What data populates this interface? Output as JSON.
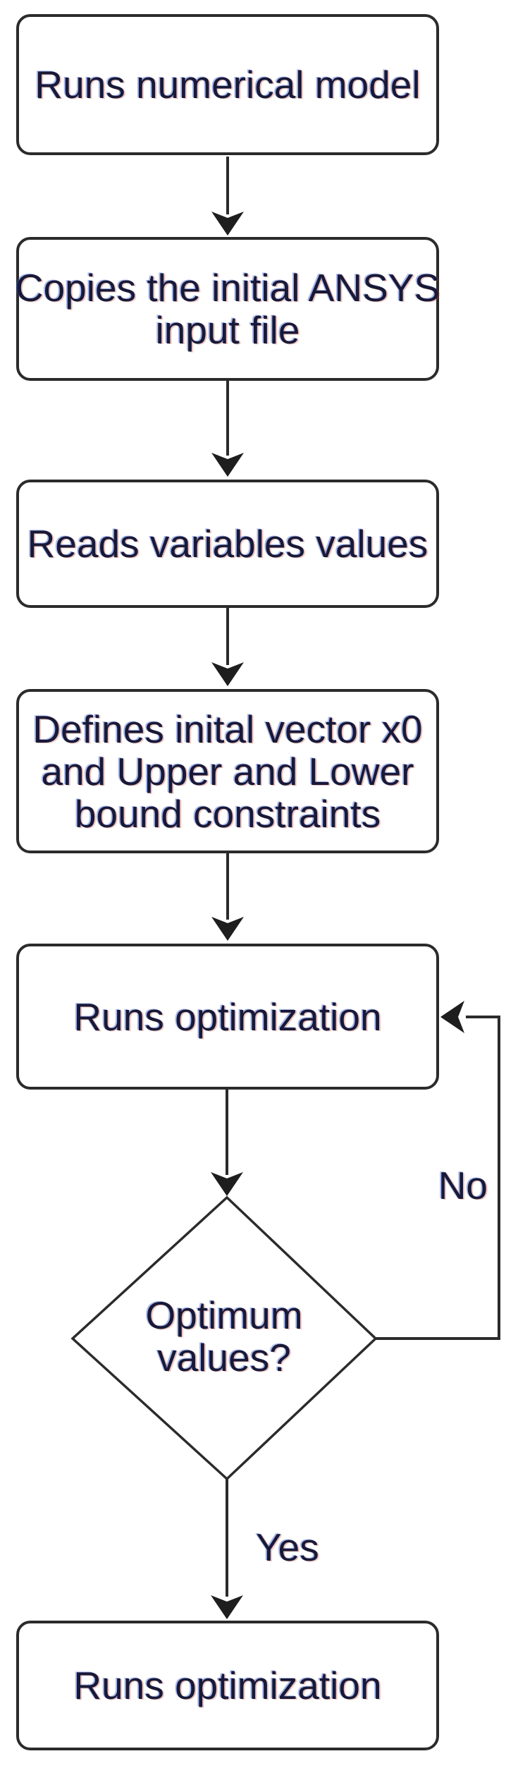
{
  "flowchart": {
    "nodes": [
      {
        "id": "run-numerical-model",
        "type": "process",
        "lines": [
          "Runs numerical model"
        ]
      },
      {
        "id": "copy-ansys-input",
        "type": "process",
        "lines": [
          "Copies the initial ANSYS",
          "input file"
        ]
      },
      {
        "id": "read-variables",
        "type": "process",
        "lines": [
          "Reads variables values"
        ]
      },
      {
        "id": "define-vector",
        "type": "process",
        "lines": [
          "Defines inital vector x0",
          "and Upper and Lower",
          "bound constraints"
        ]
      },
      {
        "id": "run-optimization",
        "type": "process",
        "lines": [
          "Runs optimization"
        ]
      },
      {
        "id": "optimum-decision",
        "type": "decision",
        "lines": [
          "Optimum",
          "values?"
        ]
      },
      {
        "id": "run-optimization-final",
        "type": "process",
        "lines": [
          "Runs optimization"
        ]
      }
    ],
    "edge_labels": {
      "no": "No",
      "yes": "Yes"
    },
    "colors": {
      "stroke": "#2b2b2b",
      "text": "#191936",
      "background": "#ffffff"
    }
  }
}
